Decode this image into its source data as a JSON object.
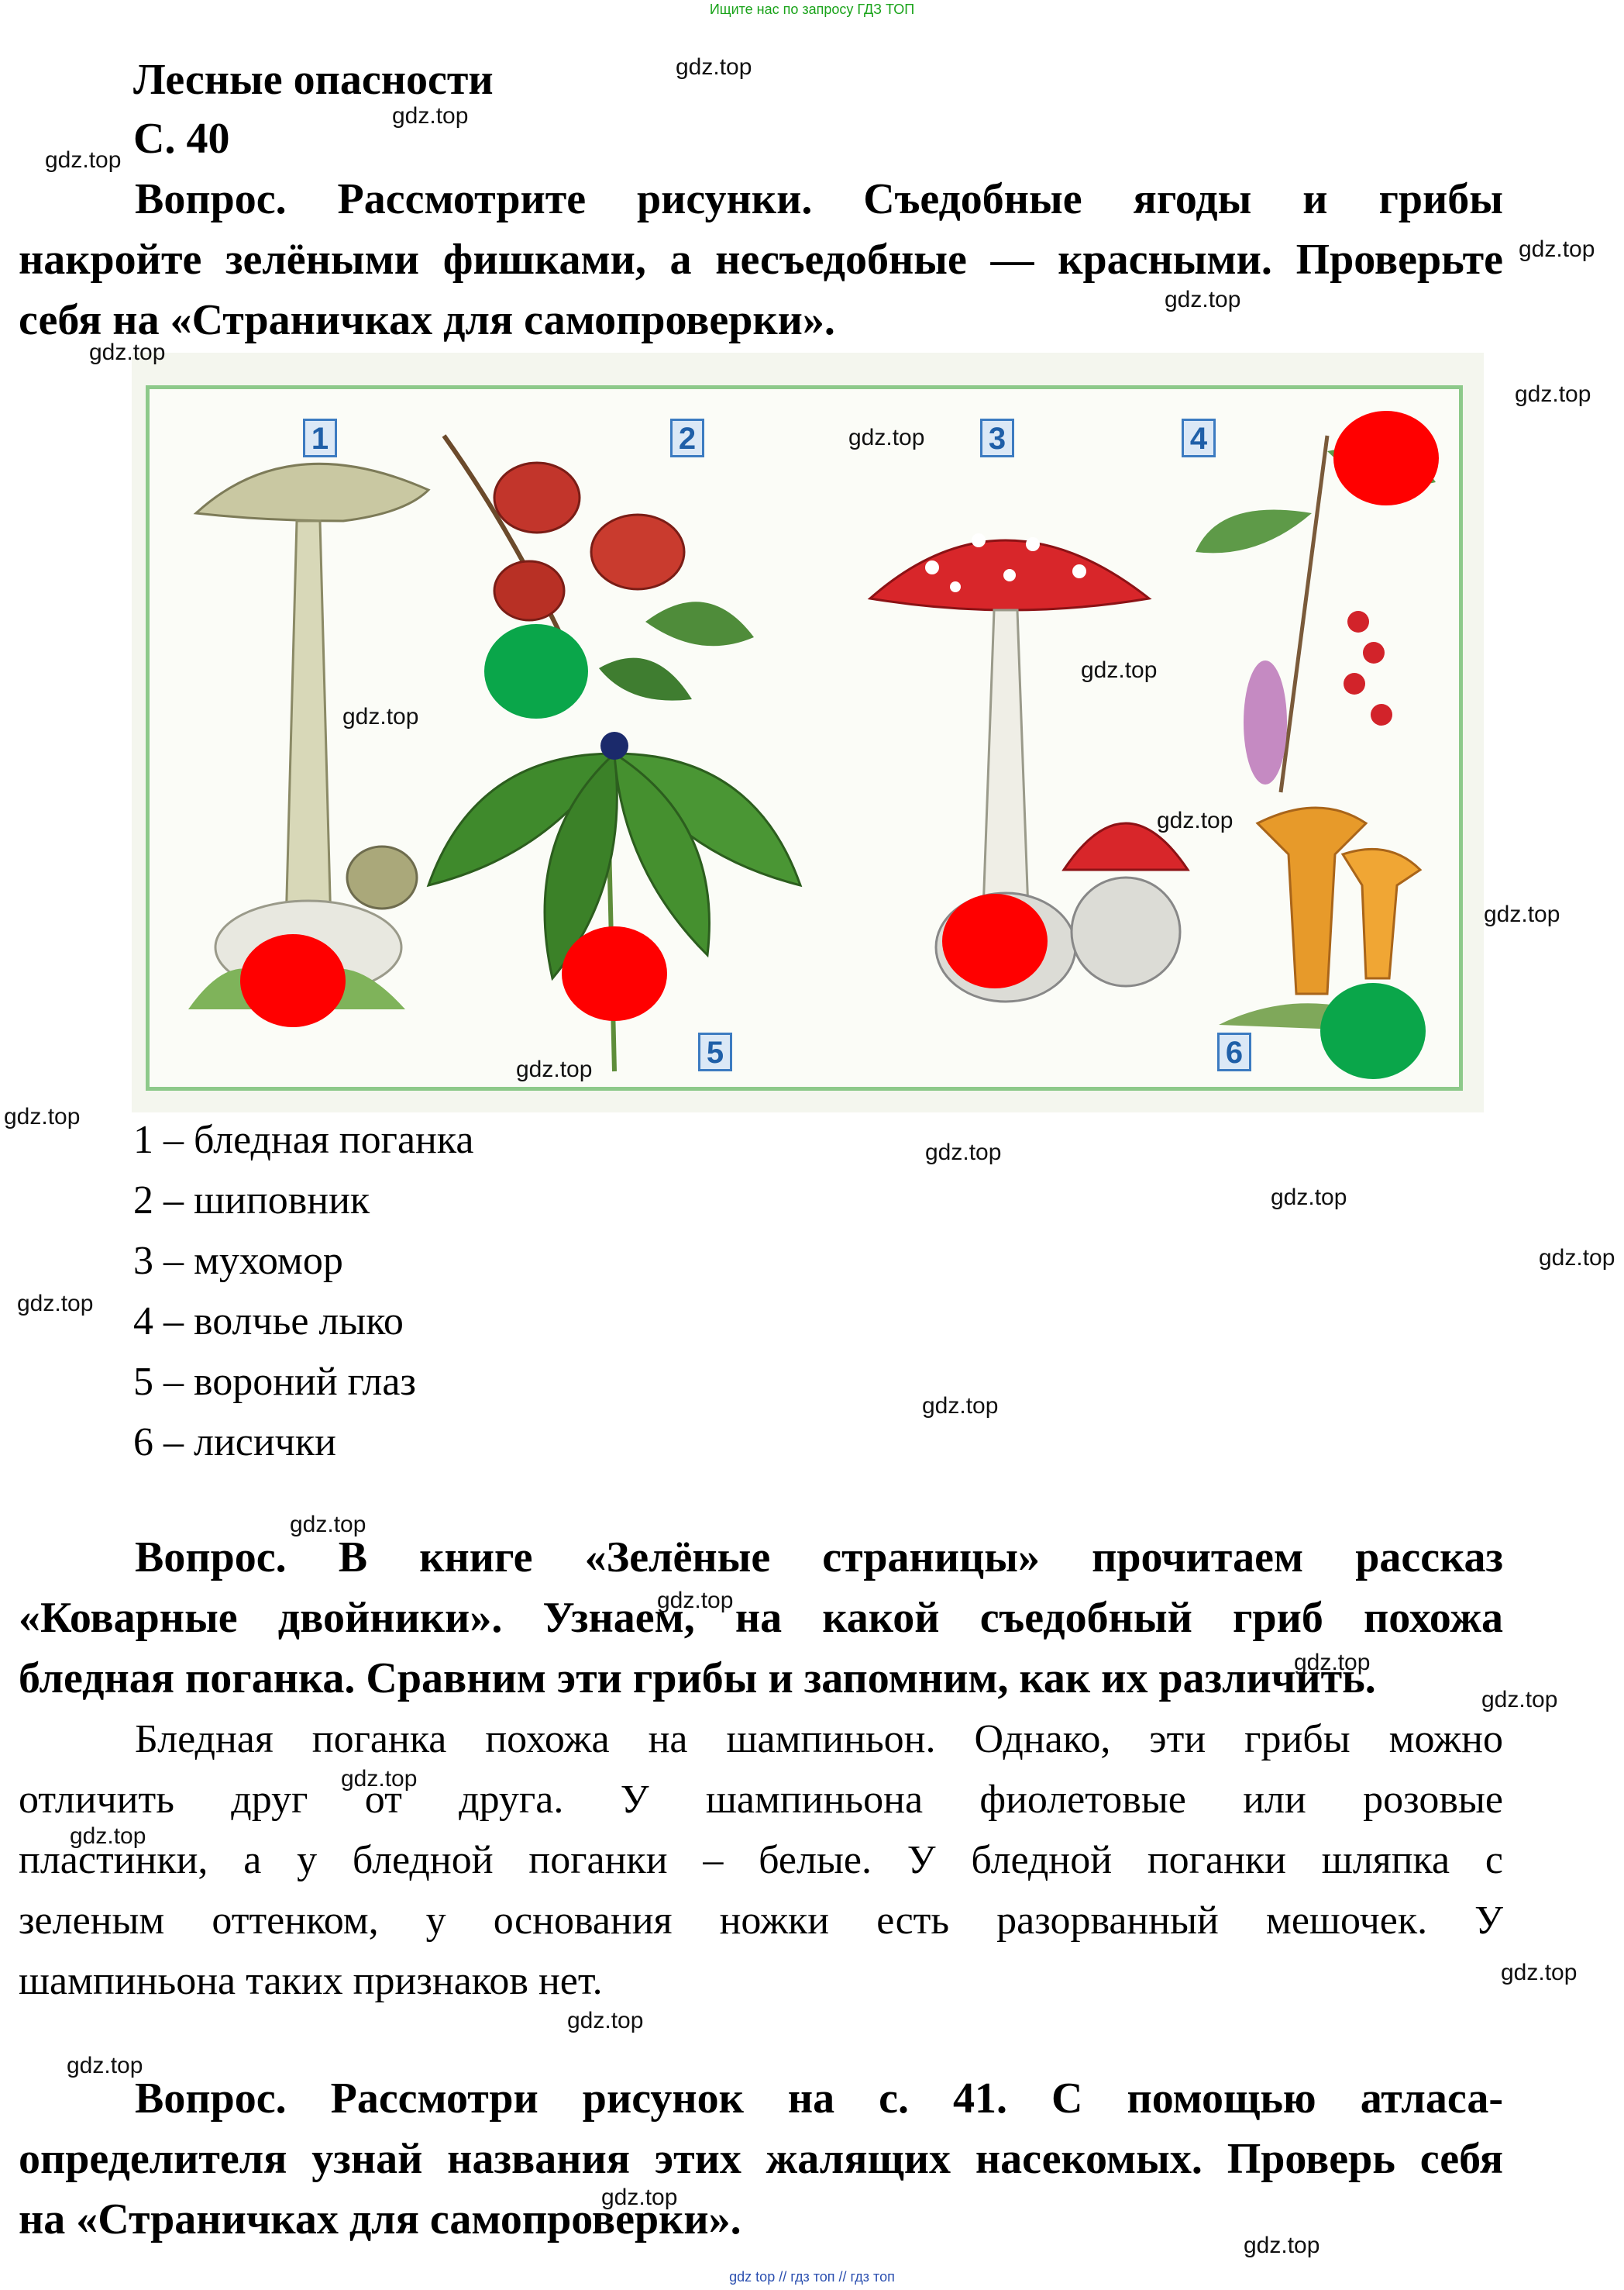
{
  "banner_top": "Ищите нас по запросу ГДЗ ТОП",
  "banner_bottom": "gdz top  //  гдз топ  //  гдз топ",
  "watermark": "gdz.top",
  "title": "Лесные опасности",
  "page": "С. 40",
  "question1": {
    "lines": [
      "Вопрос. Рассмотрите рисунки. Съедобные ягоды и грибы",
      "накройте зелёными фишками, а несъедобные — красными. Проверьте",
      "себя на «Страничках для самопроверки»."
    ]
  },
  "figure": {
    "numbers": [
      "1",
      "2",
      "3",
      "4",
      "5",
      "6"
    ],
    "colors": {
      "green_chip": "#0aa64a",
      "red_chip": "#ff0000",
      "frame": "#8dc98a"
    }
  },
  "answers": [
    "1 – бледная поганка",
    "2 – шиповник",
    "3 – мухомор",
    "4 – волчье лыко",
    "5 – вороний глаз",
    "6 – лисички"
  ],
  "question2": {
    "lines": [
      "Вопрос. В книге «Зелёные страницы» прочитаем рассказ",
      "«Коварные двойники». Узнаем, на какой съедобный гриб похожа",
      "бледная поганка. Сравним эти грибы и запомним, как их различить."
    ]
  },
  "answer2": {
    "lines": [
      "Бледная поганка похожа на шампиньон. Однако, эти грибы можно",
      "отличить друг от друга. У шампиньона фиолетовые или розовые",
      "пластинки, а у бледной поганки – белые. У бледной поганки шляпка с",
      "зеленым оттенком, у основания ножки есть разорванный мешочек. У",
      "шампиньона таких признаков нет."
    ]
  },
  "question3": {
    "lines": [
      "Вопрос. Рассмотри рисунок на с. 41. С помощью атласа-",
      "определителя узнай названия этих жалящих насекомых. Проверь себя",
      "на «Страничках для самопроверки»."
    ]
  }
}
